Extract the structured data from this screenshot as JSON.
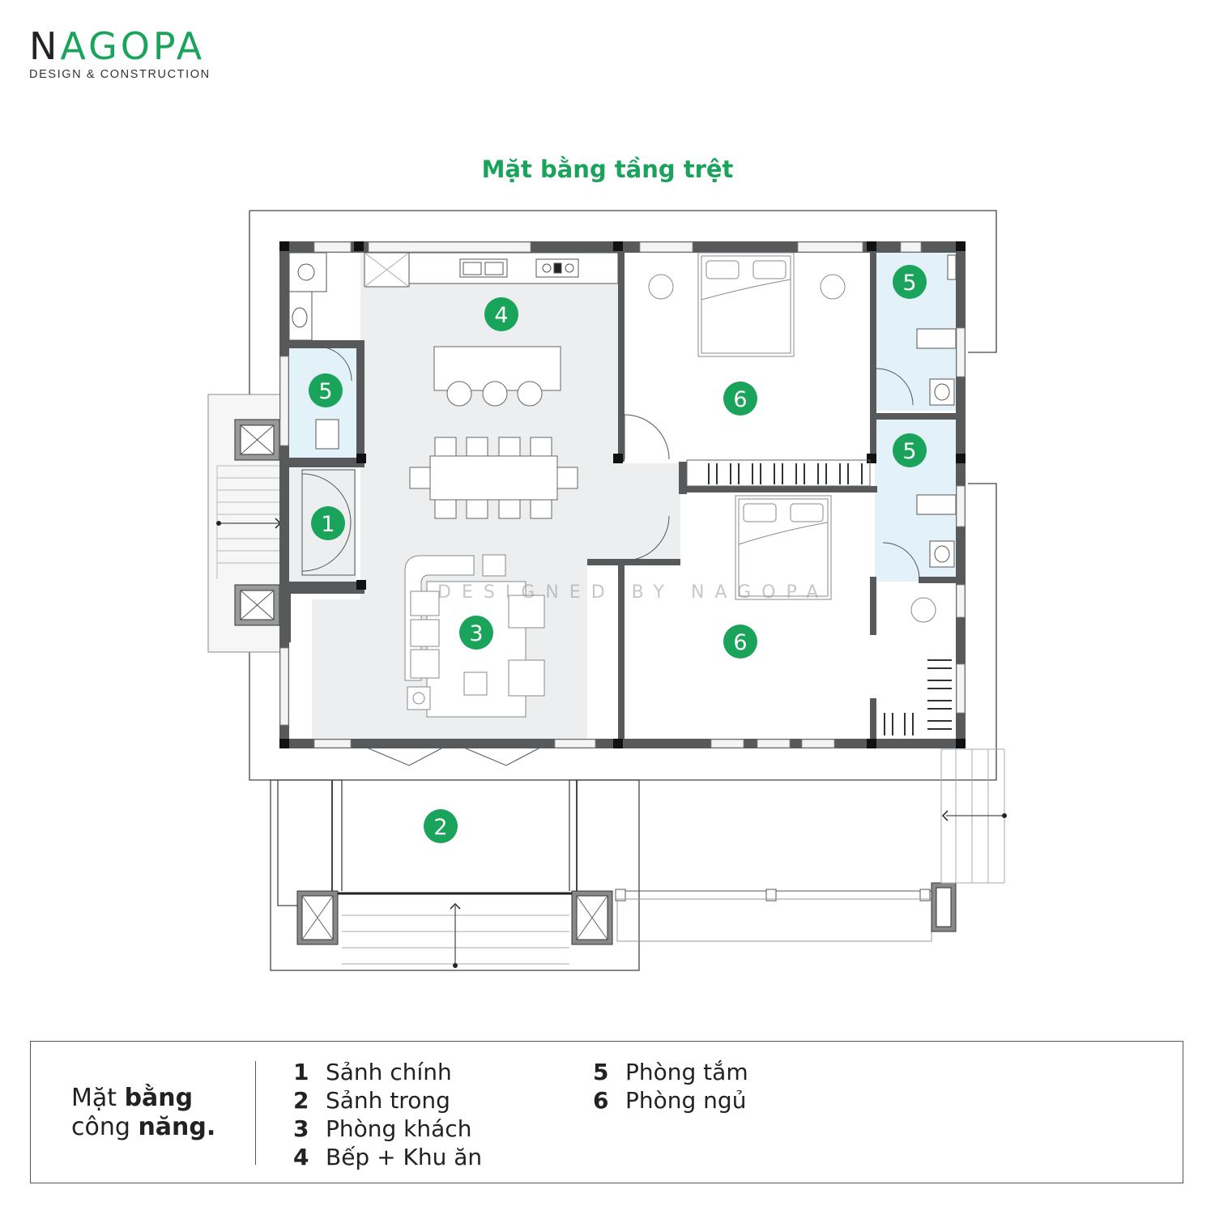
{
  "brand": {
    "name_first_letter": "N",
    "name_rest": "AGOPA",
    "tagline": "DESIGN & CONSTRUCTION",
    "accent_color": "#1aa35a"
  },
  "plan": {
    "title": "Mặt bằng tầng trệt",
    "watermark": "DESIGNED BY NAGOPA",
    "room_badges": [
      "1",
      "2",
      "3",
      "4",
      "5",
      "5",
      "5",
      "6",
      "6"
    ]
  },
  "legend": {
    "heading_line1_light": "Mặt ",
    "heading_line1_bold": "bằng",
    "heading_line2_light": "công ",
    "heading_line2_bold": "năng.",
    "items_col1": [
      {
        "num": "1",
        "label": "Sảnh chính"
      },
      {
        "num": "2",
        "label": "Sảnh trong"
      },
      {
        "num": "3",
        "label": "Phòng khách"
      },
      {
        "num": "4",
        "label": "Bếp + Khu ăn"
      }
    ],
    "items_col2": [
      {
        "num": "5",
        "label": "Phòng tắm"
      },
      {
        "num": "6",
        "label": "Phòng ngủ"
      }
    ]
  }
}
